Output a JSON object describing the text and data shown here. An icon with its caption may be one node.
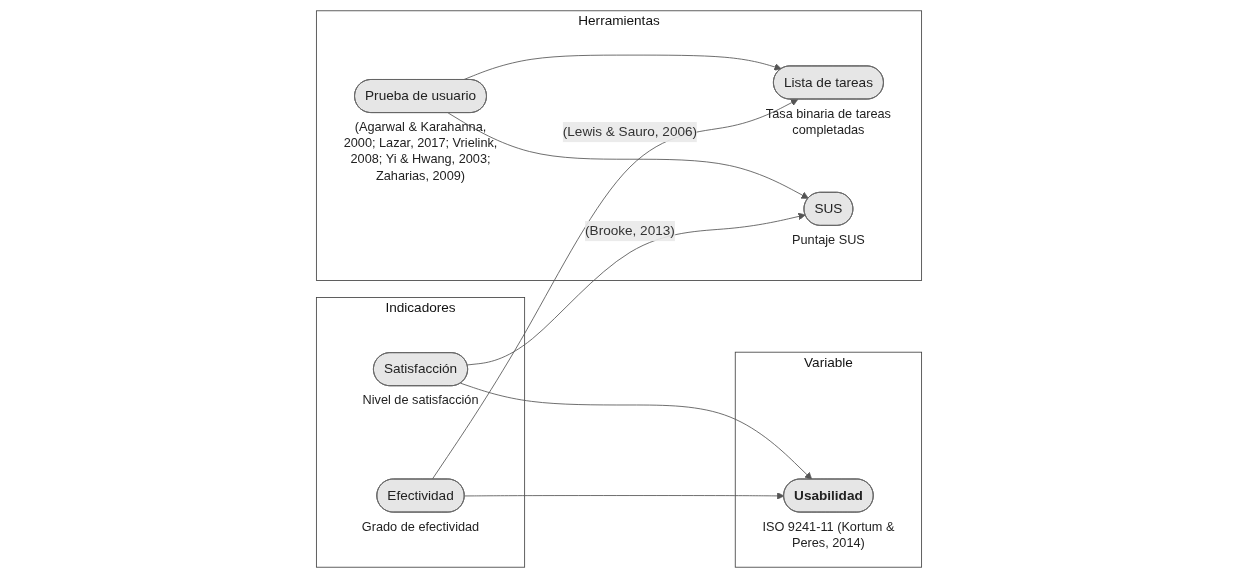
{
  "diagram": {
    "nodes": [
      {
        "text": [
          "Variable"
        ]
      },
      {
        "text": [
          "Usabilidad"
        ],
        "in": 0,
        "beside": [
          "ISO 9241-11 (Kortum & Peres, 2014)"
        ]
      },
      {
        "text": [
          "Indicadores"
        ]
      },
      {
        "text": [
          "Efectividad"
        ],
        "in": 2,
        "beside": [
          "Grado de efectividad"
        ]
      },
      {
        "text": [
          "Satisfacción"
        ],
        "in": 2,
        "beside": [
          "Nivel de satisfacción"
        ]
      },
      {
        "text": [
          "Herramientas"
        ]
      },
      {
        "text": [
          "Lista de tareas"
        ],
        "in": 5,
        "beside": [
          "Tasa binaria de tareas completadas"
        ]
      },
      {
        "text": [
          "SUS"
        ],
        "in": 5,
        "beside": [
          "Puntaje SUS"
        ]
      },
      {
        "text": [
          "Prueba de usuario"
        ],
        "in": 5,
        "beside": [
          "(Agarwal & Karahanna, 2000; Lazar, 2017; Vrielink, 2008; Yi & Hwang, 2003; Zaharias, 2009)"
        ]
      }
    ],
    "edges": [
      {
        "from": 3,
        "to": 1,
        "arrow": "to"
      },
      {
        "from": 4,
        "to": 1,
        "arrow": "to"
      },
      {
        "from": 3,
        "to": 6,
        "arrow": "to",
        "label": "(Lewis & Sauro, 2006)"
      },
      {
        "from": 4,
        "to": 7,
        "arrow": "to",
        "label": "(Brooke, 2013)"
      },
      {
        "from": 8,
        "to": 6,
        "arrow": "to"
      },
      {
        "from": 8,
        "to": 7,
        "arrow": "to"
      }
    ]
  }
}
